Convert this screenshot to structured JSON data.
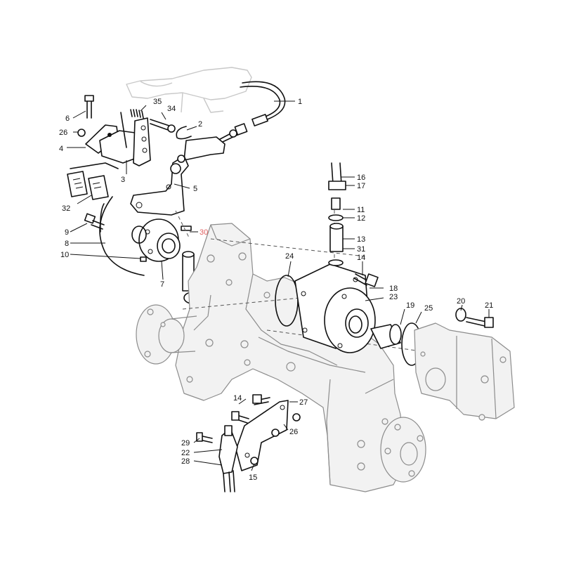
{
  "callouts": [
    {
      "id": "c1",
      "label": "1"
    },
    {
      "id": "c2",
      "label": "2"
    },
    {
      "id": "c3",
      "label": "3"
    },
    {
      "id": "c4",
      "label": "4"
    },
    {
      "id": "c5",
      "label": "5"
    },
    {
      "id": "c6",
      "label": "6"
    },
    {
      "id": "c7",
      "label": "7"
    },
    {
      "id": "c8",
      "label": "8"
    },
    {
      "id": "c9",
      "label": "9"
    },
    {
      "id": "c10",
      "label": "10"
    },
    {
      "id": "c11",
      "label": "11"
    },
    {
      "id": "c12",
      "label": "12"
    },
    {
      "id": "c13",
      "label": "13"
    },
    {
      "id": "c14a",
      "label": "14"
    },
    {
      "id": "c14b",
      "label": "14"
    },
    {
      "id": "c15",
      "label": "15"
    },
    {
      "id": "c16",
      "label": "16"
    },
    {
      "id": "c17",
      "label": "17"
    },
    {
      "id": "c18",
      "label": "18"
    },
    {
      "id": "c19",
      "label": "19"
    },
    {
      "id": "c20",
      "label": "20"
    },
    {
      "id": "c21",
      "label": "21"
    },
    {
      "id": "c22",
      "label": "22"
    },
    {
      "id": "c23",
      "label": "23"
    },
    {
      "id": "c24",
      "label": "24"
    },
    {
      "id": "c25",
      "label": "25"
    },
    {
      "id": "c26a",
      "label": "26"
    },
    {
      "id": "c26b",
      "label": "26"
    },
    {
      "id": "c27",
      "label": "27"
    },
    {
      "id": "c28",
      "label": "28"
    },
    {
      "id": "c29",
      "label": "29"
    },
    {
      "id": "c30",
      "label": "30"
    },
    {
      "id": "c31",
      "label": "31"
    },
    {
      "id": "c32",
      "label": "32"
    },
    {
      "id": "c34",
      "label": "34"
    },
    {
      "id": "c35",
      "label": "35"
    }
  ],
  "colors": {
    "line": "#111111",
    "ghost": "#c8c8c8",
    "grey": "#8c8c8c",
    "highlight": "#e06060"
  }
}
